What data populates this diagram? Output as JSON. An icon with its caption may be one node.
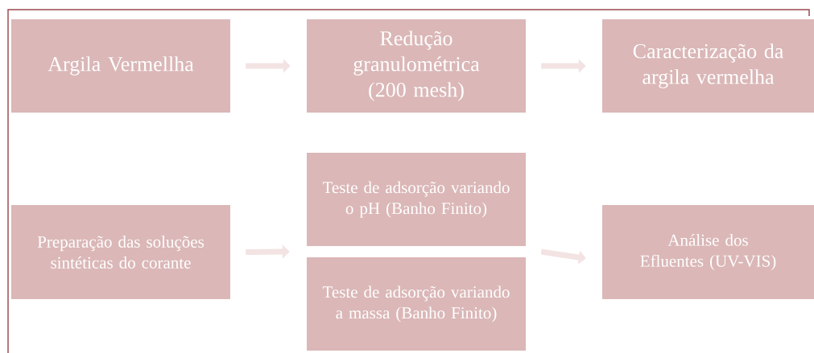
{
  "diagram": {
    "nodes": [
      {
        "text": [
          "Argila Vermellha"
        ]
      },
      {
        "text": [
          "Redução granulométrica (200 mesh)"
        ]
      },
      {
        "text": [
          "Caracterização da argila vermelha"
        ]
      },
      {
        "text": [
          "Preparação das soluções sintéticas do corante"
        ]
      },
      {
        "text": [
          "Teste de adsorção variando o pH (Banho Finito)"
        ]
      },
      {
        "text": [
          "Teste de adsorção variando a massa (Banho Finito)"
        ]
      },
      {
        "text": [
          "Análise dos Efluentes (UV-VIS)"
        ]
      }
    ],
    "edges": [
      {
        "from": 0,
        "to": 1,
        "arrow": "to"
      },
      {
        "from": 1,
        "to": 2,
        "arrow": "to"
      },
      {
        "from": 3,
        "to": 4,
        "arrow": "to"
      },
      {
        "from": 3,
        "to": 5,
        "arrow": "to"
      },
      {
        "from": 4,
        "to": 6,
        "arrow": "to"
      },
      {
        "from": 5,
        "to": 6,
        "arrow": "to"
      }
    ]
  }
}
